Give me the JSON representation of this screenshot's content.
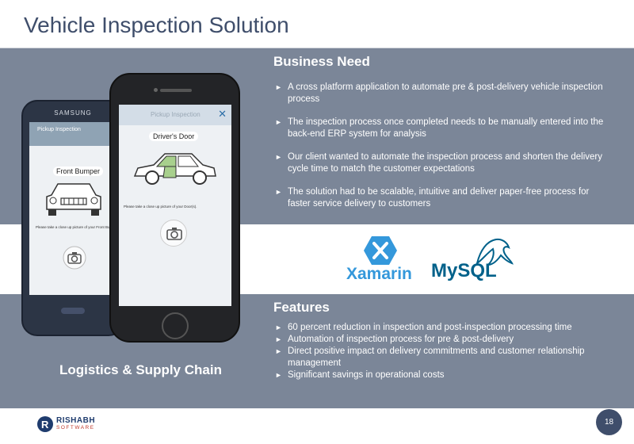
{
  "title": "Vehicle Inspection Solution",
  "business_need": {
    "heading": "Business Need",
    "bullets": [
      "A cross platform application to automate pre & post-delivery vehicle inspection process",
      "The inspection process once completed needs to be manually entered into the back-end ERP system for analysis",
      "Our client wanted to automate the inspection process and shorten the delivery cycle time to match the customer expectations",
      "The solution had to be scalable, intuitive and deliver paper-free process for faster service delivery to customers"
    ]
  },
  "features": {
    "heading": "Features",
    "bullets": [
      "60 percent reduction in inspection and post-inspection processing time",
      "Automation of inspection process for pre & post-delivery",
      "Direct positive impact on delivery commitments and customer relationship management",
      "Significant savings in operational costs"
    ]
  },
  "industry": "Logistics & Supply Chain",
  "phones": {
    "back": {
      "brand": "SAMSUNG",
      "header": "Pickup Inspection",
      "label": "Front Bumper",
      "caption": "Please take a close up picture of your Front Bumper"
    },
    "front": {
      "header": "Pickup Inspection",
      "label": "Driver's Door",
      "caption": "Please take a close up picture of your Door(s)."
    }
  },
  "logos": {
    "xamarin": "Xamarin",
    "mysql": "MySQL",
    "company_line1": "RISHABH",
    "company_line2": "SOFTWARE"
  },
  "page_number": "18",
  "colors": {
    "band": "#7b8698",
    "title": "#3f4e6b",
    "xamarin_blue": "#3498db",
    "mysql_blue": "#00618a",
    "mysql_orange": "#e48e00"
  }
}
